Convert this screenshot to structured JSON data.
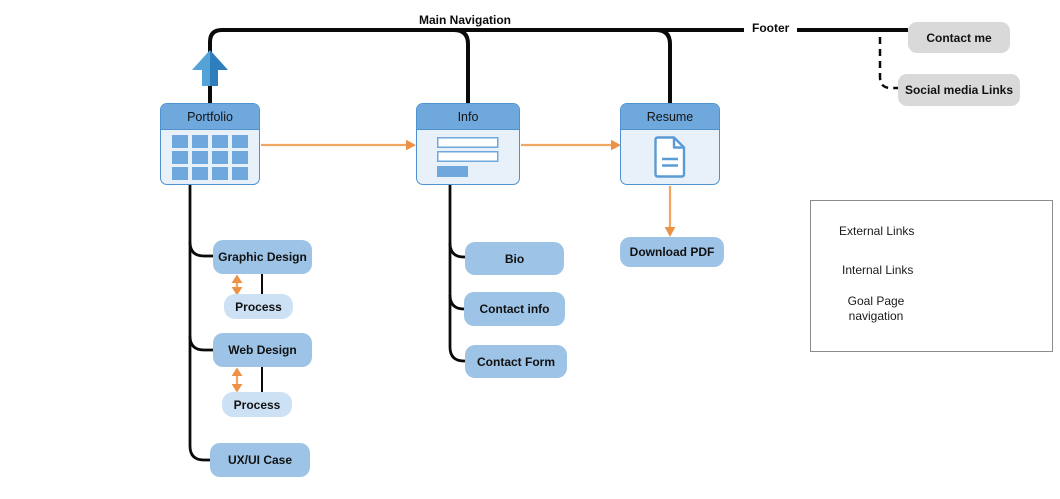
{
  "labels": {
    "main_navigation": "Main Navigation",
    "footer": "Footer"
  },
  "nodes": {
    "portfolio": {
      "title": "Portfolio",
      "icon": "grid-icon"
    },
    "info": {
      "title": "Info",
      "icon": "form-icon"
    },
    "resume": {
      "title": "Resume",
      "icon": "document-icon"
    },
    "graphic_design": {
      "label": "Graphic Design"
    },
    "process_graphic": {
      "label": "Process"
    },
    "web_design": {
      "label": "Web Design"
    },
    "process_web": {
      "label": "Process"
    },
    "uxui_case": {
      "label": "UX/UI Case"
    },
    "bio": {
      "label": "Bio"
    },
    "contact_info": {
      "label": "Contact info"
    },
    "contact_form": {
      "label": "Contact Form"
    },
    "download_pdf": {
      "label": "Download PDF"
    },
    "contact_me": {
      "label": "Contact me"
    },
    "social_media": {
      "label": "Social media Links"
    }
  },
  "legend": {
    "external_links": "External Links",
    "internal_links": "Internal Links",
    "goal_navigation": "Goal Page navigation"
  },
  "edges": [
    {
      "from": "main-navigation",
      "to": "portfolio",
      "type": "internal"
    },
    {
      "from": "main-navigation",
      "to": "info",
      "type": "internal"
    },
    {
      "from": "main-navigation",
      "to": "resume",
      "type": "internal"
    },
    {
      "from": "footer",
      "to": "contact_me",
      "type": "internal"
    },
    {
      "from": "footer",
      "to": "social_media",
      "type": "external"
    },
    {
      "from": "portfolio",
      "to": "graphic_design",
      "type": "internal"
    },
    {
      "from": "portfolio",
      "to": "web_design",
      "type": "internal"
    },
    {
      "from": "portfolio",
      "to": "uxui_case",
      "type": "internal"
    },
    {
      "from": "graphic_design",
      "to": "process_graphic",
      "type": "internal+goal-two-way"
    },
    {
      "from": "web_design",
      "to": "process_web",
      "type": "internal+goal-two-way"
    },
    {
      "from": "info",
      "to": "bio",
      "type": "internal"
    },
    {
      "from": "info",
      "to": "contact_info",
      "type": "internal"
    },
    {
      "from": "info",
      "to": "contact_form",
      "type": "internal"
    },
    {
      "from": "portfolio",
      "to": "info",
      "type": "goal"
    },
    {
      "from": "info",
      "to": "resume",
      "type": "goal"
    },
    {
      "from": "resume",
      "to": "download_pdf",
      "type": "goal"
    }
  ],
  "colors": {
    "header_blue": "#6FA8DC",
    "box_body_blue": "#E8F1FA",
    "box_border_blue": "#4E91CE",
    "child_blue": "#9DC3E6",
    "process_blue": "#CDE1F5",
    "gray_node": "#D9D9D9",
    "orange": "#F1A662",
    "orange_head": "#EC9247",
    "line_black": "#0a0a0a",
    "up_arrow_light": "#54A3D6",
    "up_arrow_dark": "#2E7DBD"
  }
}
